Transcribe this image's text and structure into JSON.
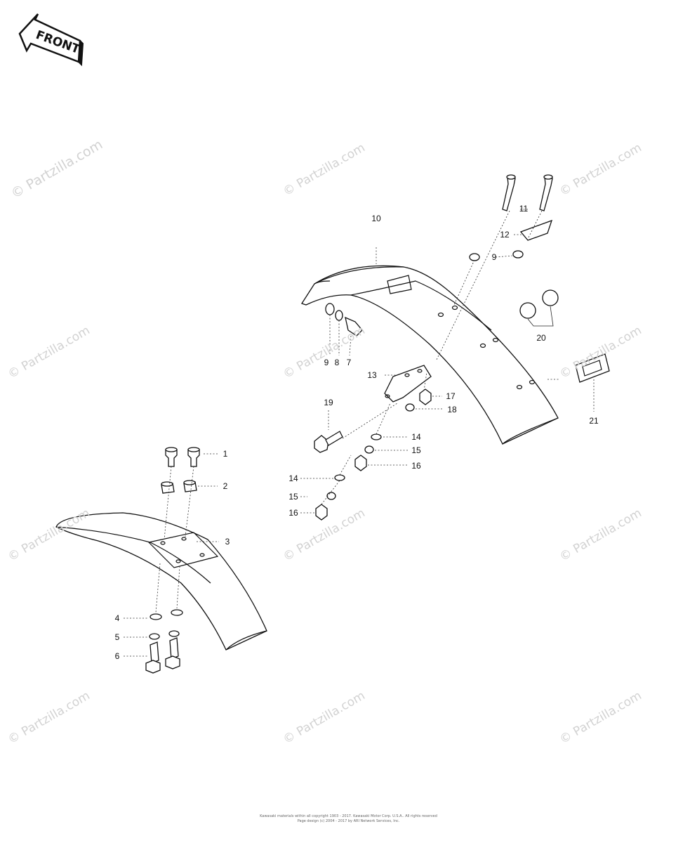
{
  "arrow_label": "FRONT",
  "watermark_text": "© Partzilla.com",
  "callouts": [
    {
      "id": "1",
      "text": "1"
    },
    {
      "id": "2",
      "text": "2"
    },
    {
      "id": "3",
      "text": "3"
    },
    {
      "id": "4",
      "text": "4"
    },
    {
      "id": "5",
      "text": "5"
    },
    {
      "id": "6",
      "text": "6"
    },
    {
      "id": "7",
      "text": "7"
    },
    {
      "id": "8",
      "text": "8"
    },
    {
      "id": "9a",
      "text": "9"
    },
    {
      "id": "9b",
      "text": "9"
    },
    {
      "id": "10",
      "text": "10"
    },
    {
      "id": "11",
      "text": "11"
    },
    {
      "id": "12",
      "text": "12"
    },
    {
      "id": "13",
      "text": "13"
    },
    {
      "id": "14a",
      "text": "14"
    },
    {
      "id": "14b",
      "text": "14"
    },
    {
      "id": "15a",
      "text": "15"
    },
    {
      "id": "15b",
      "text": "15"
    },
    {
      "id": "16a",
      "text": "16"
    },
    {
      "id": "16b",
      "text": "16"
    },
    {
      "id": "17",
      "text": "17"
    },
    {
      "id": "18",
      "text": "18"
    },
    {
      "id": "19",
      "text": "19"
    },
    {
      "id": "20",
      "text": "20"
    },
    {
      "id": "21",
      "text": "21"
    }
  ],
  "footer": {
    "line1": "Kawasaki materials within all copyright 1903 - 2017. Kawasaki Motor Corp. U.S.A.. All rights reserved",
    "line2": "Page design (c) 2004 - 2017 by ARI Network Services, Inc."
  }
}
